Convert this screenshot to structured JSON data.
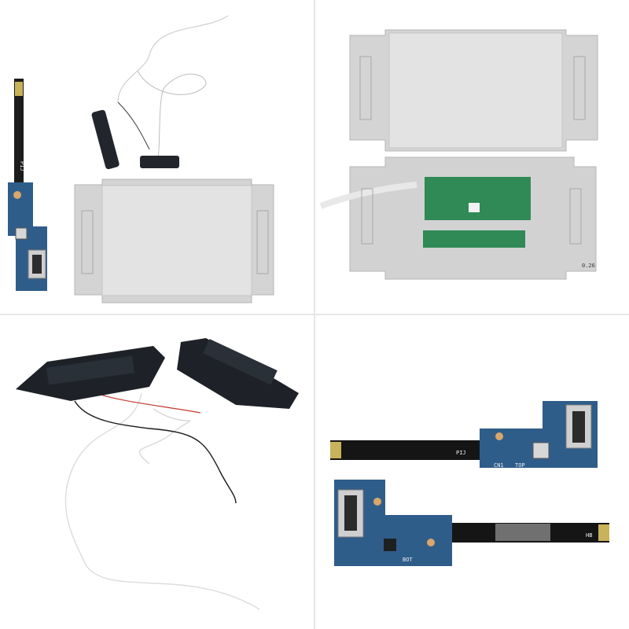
{
  "labels": {
    "cable_code": "PIJ",
    "connector_cn1": "CN1",
    "cable_code_2": "HB",
    "stamp": "0.26",
    "board_mark_top": "TOP",
    "board_mark_bot": "BOT"
  },
  "colors": {
    "background": "#ffffff",
    "bracket_metal": "#d4d4d4",
    "pad_surface": "#e3e3e3",
    "pcb_blue": "#2f5d8a",
    "pcb_green": "#2f8a55",
    "ribbon_cable": "#1c1c1c",
    "speaker_body": "#1e2228"
  }
}
